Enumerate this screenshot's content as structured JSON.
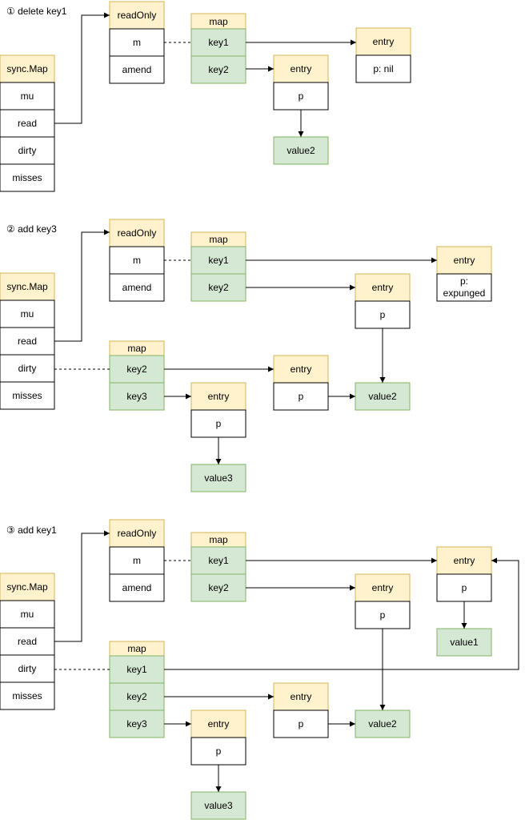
{
  "common": {
    "sync_map": "sync.Map",
    "mu": "mu",
    "read": "read",
    "dirty": "dirty",
    "misses": "misses",
    "read_only": "readOnly",
    "m": "m",
    "amend": "amend",
    "map": "map",
    "entry": "entry",
    "p": "p"
  },
  "s1": {
    "title": "① delete key1",
    "key1": "key1",
    "key2": "key2",
    "entry_p_nil": "p: nil",
    "value2": "value2"
  },
  "s2": {
    "title": "② add key3",
    "key1": "key1",
    "key2": "key2",
    "key3": "key3",
    "expunged_l1": "p:",
    "expunged_l2": "expunged",
    "value2": "value2",
    "value3": "value3"
  },
  "s3": {
    "title": "③ add key1",
    "key1": "key1",
    "key2": "key2",
    "key3": "key3",
    "value1": "value1",
    "value2": "value2",
    "value3": "value3"
  }
}
